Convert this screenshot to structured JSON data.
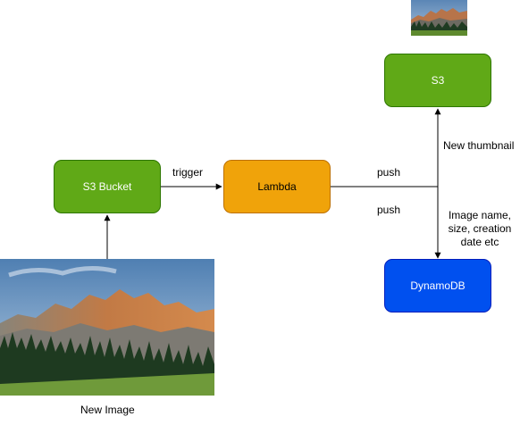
{
  "nodes": {
    "s3_bucket": {
      "label": "S3 Bucket",
      "fill": "#60a917",
      "stroke": "#2d7600",
      "text": "#ffffff"
    },
    "lambda": {
      "label": "Lambda",
      "fill": "#f0a30a",
      "stroke": "#bd7000",
      "text": "#000000"
    },
    "s3": {
      "label": "S3",
      "fill": "#60a917",
      "stroke": "#2d7600",
      "text": "#ffffff"
    },
    "dynamodb": {
      "label": "DynamoDB",
      "fill": "#0050ef",
      "stroke": "#001dbc",
      "text": "#ffffff"
    }
  },
  "edge_labels": {
    "trigger": "trigger",
    "push_top": "push",
    "push_bottom": "push",
    "new_thumbnail": "New thumbnail",
    "image_meta_line1": "Image name,",
    "image_meta_line2": "size, creation",
    "image_meta_line3": "date etc"
  },
  "images": {
    "new_image_caption": "New Image",
    "thumbnail_icon": "mountain-landscape-thumbnail",
    "photo_icon": "mountain-landscape-photo"
  }
}
